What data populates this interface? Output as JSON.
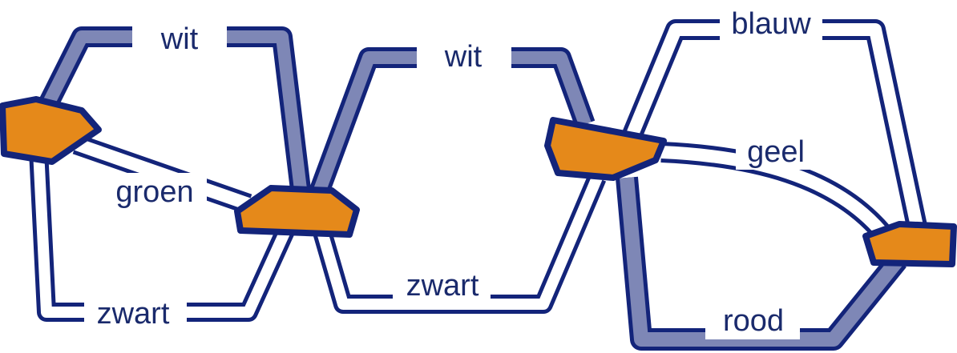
{
  "colors": {
    "node_fill": "#E5891A",
    "node_stroke": "#13247A",
    "filled_band": "#7E87B6",
    "outline_band": "#13247A",
    "label_text": "#1a2a6c",
    "background": "#FFFFFF"
  },
  "labels": {
    "wit_left": "wit",
    "groen": "groen",
    "zwart_left": "zwart",
    "wit_middle": "wit",
    "zwart_middle": "zwart",
    "blauw": "blauw",
    "geel": "geel",
    "rood": "rood"
  }
}
